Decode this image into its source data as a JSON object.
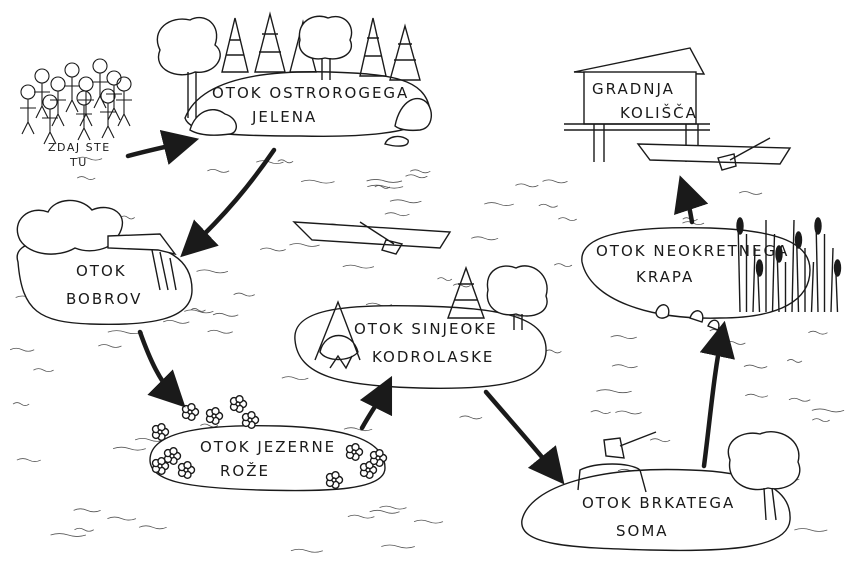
{
  "start": {
    "line1": "ZDAJ STE",
    "line2": "TU"
  },
  "islands": {
    "deer": {
      "line1": "OTOK OSTROROGEGA",
      "line2": "JELENA"
    },
    "beaver": {
      "line1": "OTOK",
      "line2": "BOBROV"
    },
    "lily": {
      "line1": "OTOK JEZERNE",
      "line2": "ROŽE"
    },
    "heron": {
      "line1": "OTOK SINJEOKE",
      "line2": "KODROLASKE"
    },
    "catfish": {
      "line1": "OTOK BRKATEGA",
      "line2": "SOMA"
    },
    "toad": {
      "line1": "OTOK NEOKRETNEGA",
      "line2": "KRAPA"
    }
  },
  "goal": {
    "line1": "GRADNJA",
    "line2": "KOLIŠČA"
  },
  "ink_color": "#1a1a1a",
  "fill_color": "#ffffff"
}
